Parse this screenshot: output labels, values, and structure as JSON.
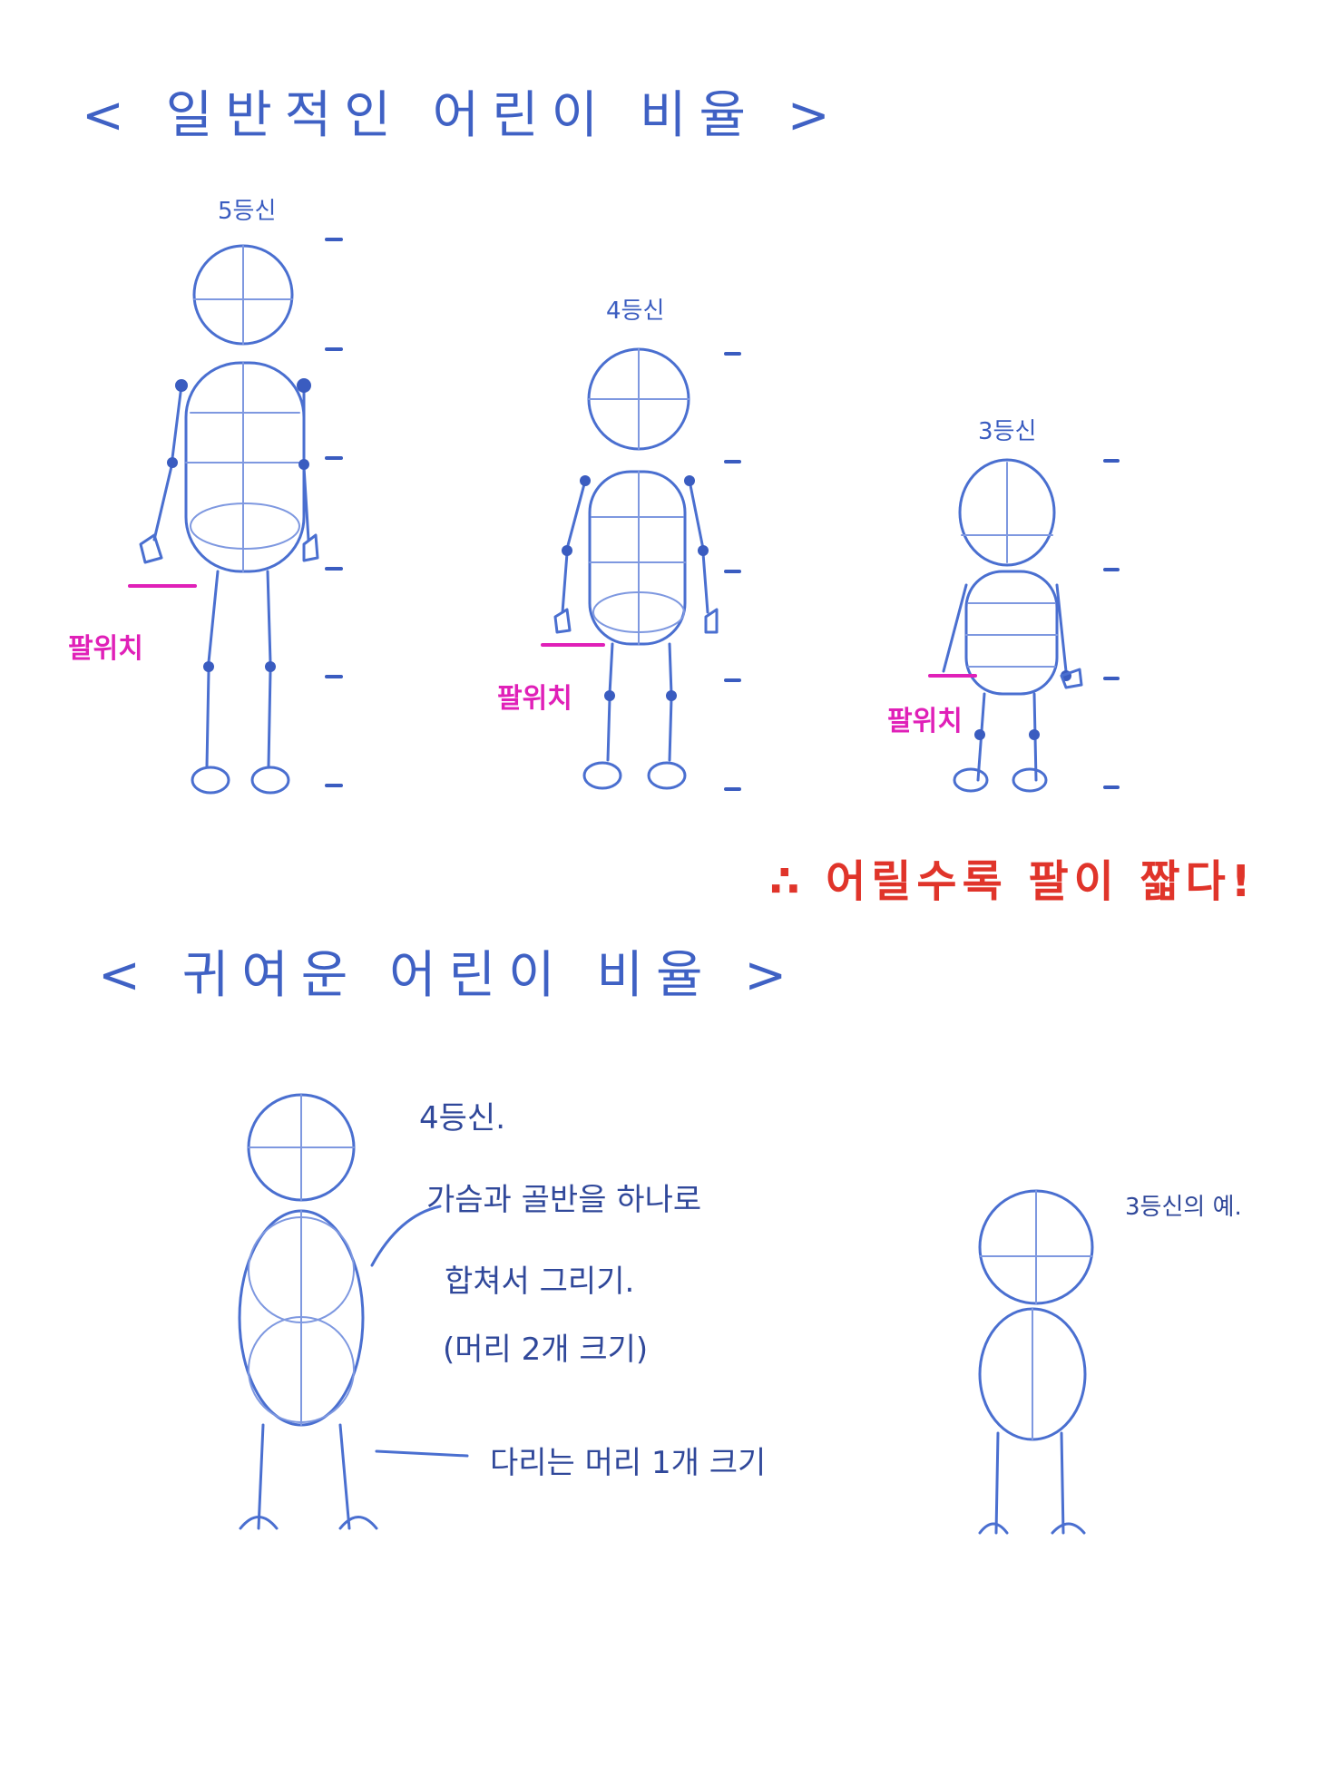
{
  "sections": {
    "general": {
      "title": "< 일반적인 어린이 비율 >",
      "figures": [
        {
          "label": "5등신",
          "arm_label": "팔위치"
        },
        {
          "label": "4등신",
          "arm_label": "팔위치"
        },
        {
          "label": "3등신",
          "arm_label": "팔위치"
        }
      ],
      "conclusion": "∴ 어릴수록 팔이 짧다!"
    },
    "cute": {
      "title": "< 귀여운 어린이 비율 >",
      "notes": {
        "proportion": "4등신.",
        "line1": "가슴과 골반을 하나로",
        "line2": "합쳐서 그리기.",
        "line3": "(머리 2개 크기)",
        "legs": "다리는 머리 1개 크기"
      },
      "example_label": "3등신의 예."
    }
  },
  "colors": {
    "pencil_blue": "#4a6fd0",
    "arm_marker_magenta": "#e020b8",
    "conclusion_red": "#e0342a"
  }
}
